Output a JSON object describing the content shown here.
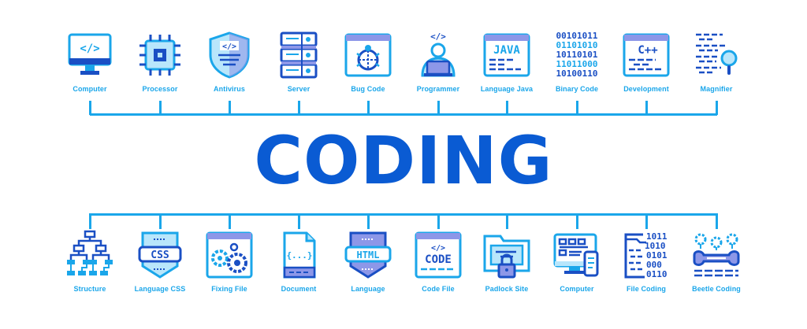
{
  "title": "CODING",
  "colors": {
    "dark_blue": "#1a4fc4",
    "light_blue": "#1aa6ea",
    "pale_blue": "#b9e6fb",
    "lavender": "#8d97e8",
    "title_blue": "#0a5bd3"
  },
  "top_items": [
    {
      "label": "Computer",
      "icon": "computer-code-icon"
    },
    {
      "label": "Processor",
      "icon": "processor-chip-icon"
    },
    {
      "label": "Antivirus",
      "icon": "antivirus-shield-icon"
    },
    {
      "label": "Server",
      "icon": "server-rack-icon"
    },
    {
      "label": "Bug Code",
      "icon": "bug-window-icon"
    },
    {
      "label": "Programmer",
      "icon": "programmer-laptop-icon"
    },
    {
      "label": "Language Java",
      "icon": "java-window-icon"
    },
    {
      "label": "Binary Code",
      "icon": "binary-code-icon"
    },
    {
      "label": "Development",
      "icon": "cpp-window-icon"
    },
    {
      "label": "Magnifier",
      "icon": "magnifier-text-icon"
    }
  ],
  "bottom_items": [
    {
      "label": "Structure",
      "icon": "structure-tree-icon"
    },
    {
      "label": "Language CSS",
      "icon": "css-shield-icon"
    },
    {
      "label": "Fixing File",
      "icon": "gears-window-icon"
    },
    {
      "label": "Document",
      "icon": "document-braces-icon"
    },
    {
      "label": "Language",
      "icon": "html-shield-icon"
    },
    {
      "label": "Code File",
      "icon": "code-window-icon"
    },
    {
      "label": "Padlock Site",
      "icon": "padlock-folder-icon"
    },
    {
      "label": "Computer",
      "icon": "computer-phone-icon"
    },
    {
      "label": "File Coding",
      "icon": "file-binary-icon"
    },
    {
      "label": "Beetle Coding",
      "icon": "wrench-gears-icon"
    }
  ],
  "icon_text": {
    "computer_code": "</>",
    "antivirus_code": "</>",
    "programmer_code": "</>",
    "java": "JAVA",
    "cpp": "C++",
    "binary": [
      "00101011",
      "01101010",
      "10110101",
      "11011000",
      "10100110"
    ],
    "css": "CSS",
    "braces": "{...}",
    "html": "HTML",
    "code_tag": "</>",
    "code": "CODE",
    "file_binary": [
      "1011",
      "1010",
      "0101",
      "000",
      "0110"
    ]
  }
}
